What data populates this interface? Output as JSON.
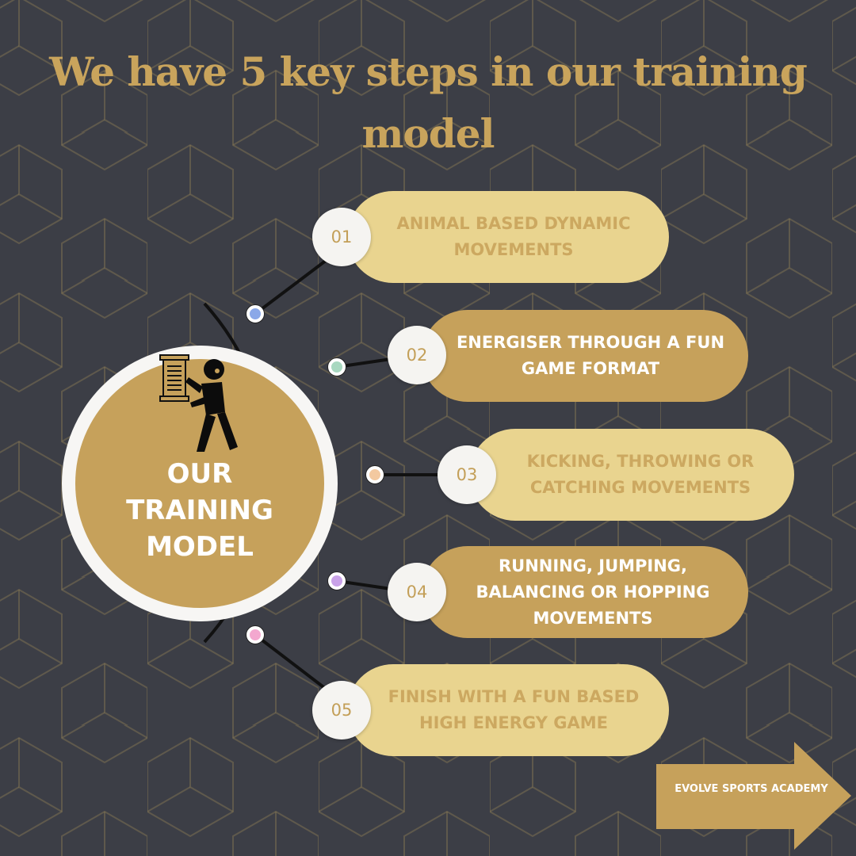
{
  "title": "We have 5 key steps in our training model",
  "hub": {
    "label": "OUR\nTRAINING\nMODEL",
    "icon": "person-carrying-scroll-icon"
  },
  "steps": [
    {
      "number": "01",
      "text": "ANIMAL BASED DYNAMIC MOVEMENTS",
      "dot_color": "#8aa8e8"
    },
    {
      "number": "02",
      "text": "ENERGISER THROUGH A FUN GAME FORMAT",
      "dot_color": "#a8d8c0"
    },
    {
      "number": "03",
      "text": "KICKING, THROWING OR CATCHING MOVEMENTS",
      "dot_color": "#f3c9a0"
    },
    {
      "number": "04",
      "text": "RUNNING, JUMPING, BALANCING OR HOPPING MOVEMENTS",
      "dot_color": "#c9a2e8"
    },
    {
      "number": "05",
      "text": "FINISH WITH A FUN BASED HIGH ENERGY GAME",
      "dot_color": "#f3a8cf"
    }
  ],
  "brand": "EVOLVE SPORTS ACADEMY",
  "colors": {
    "background": "#3c3e46",
    "gold": "#c6a15b",
    "light_gold": "#e9d48f",
    "title": "#c9a45c"
  }
}
